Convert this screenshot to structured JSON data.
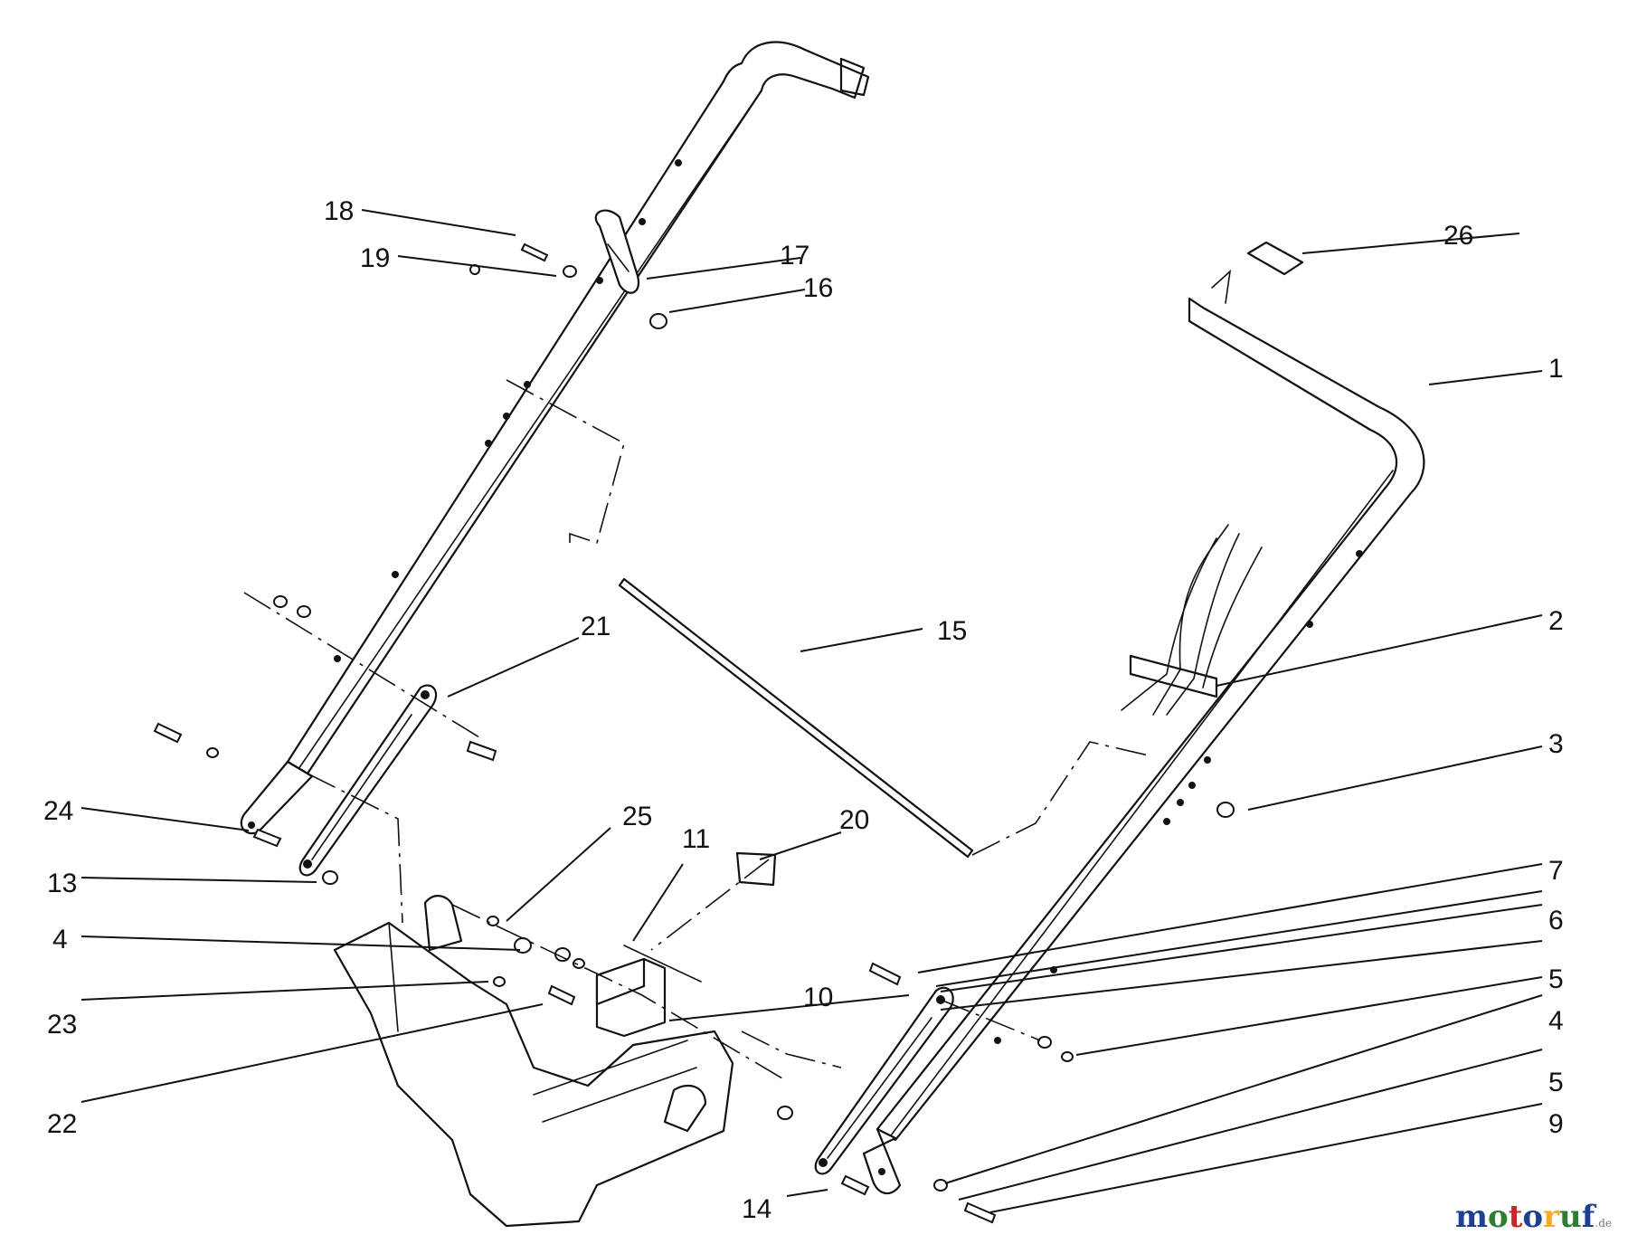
{
  "diagram": {
    "part_labels": [
      "1",
      "2",
      "3",
      "4",
      "4",
      "5",
      "5",
      "6",
      "7",
      "9",
      "10",
      "11",
      "13",
      "14",
      "15",
      "16",
      "17",
      "18",
      "19",
      "20",
      "21",
      "22",
      "23",
      "24",
      "25",
      "26"
    ]
  },
  "watermark": {
    "text": "motoruf",
    "suffix": ".de",
    "letters": [
      {
        "ch": "m",
        "color": "#1f3f8f"
      },
      {
        "ch": "o",
        "color": "#2e7d32"
      },
      {
        "ch": "t",
        "color": "#c62828"
      },
      {
        "ch": "o",
        "color": "#1f3f8f"
      },
      {
        "ch": "r",
        "color": "#f9a825"
      },
      {
        "ch": "u",
        "color": "#2e7d32"
      },
      {
        "ch": "f",
        "color": "#1f3f8f"
      }
    ]
  }
}
